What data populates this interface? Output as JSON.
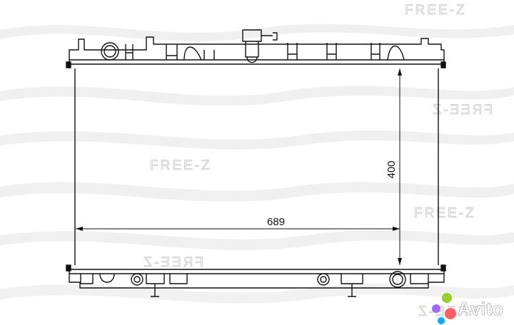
{
  "drawing": {
    "width_value": "689",
    "height_value": "400"
  },
  "watermark": {
    "text": "FREE-Z"
  },
  "avito": {
    "logo_text": "Avito",
    "dot_colors": [
      "#97cf26",
      "#a169f7",
      "#ff6163",
      "#0af"
    ]
  }
}
